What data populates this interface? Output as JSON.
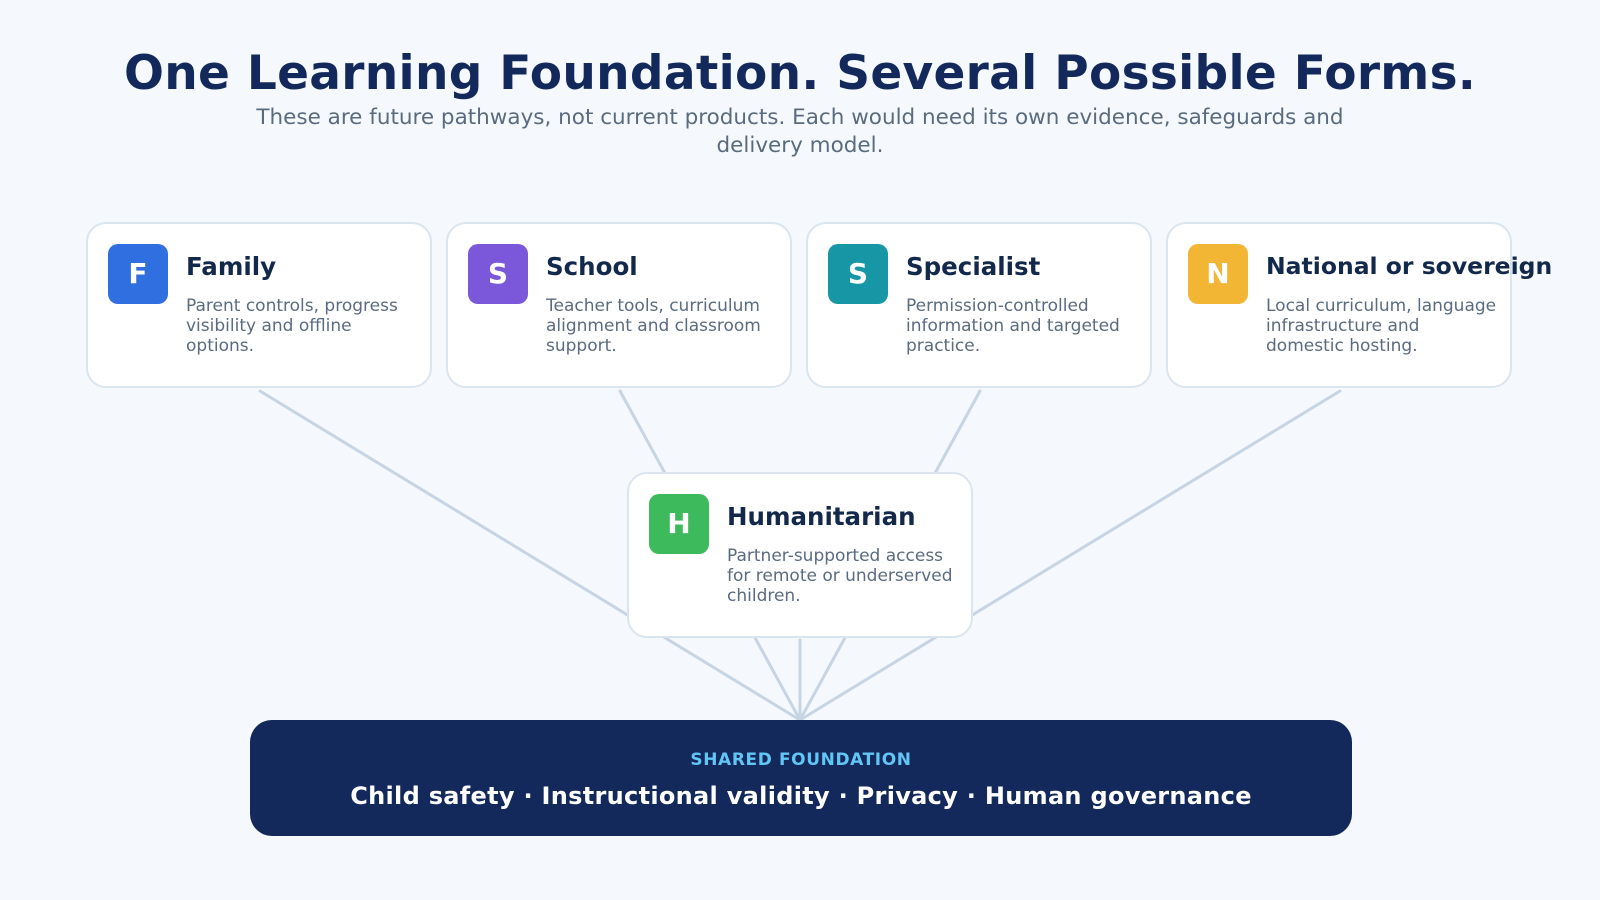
{
  "header": {
    "title": "One Learning Foundation. Several Possible Forms.",
    "subtitle": "These are future pathways, not current products. Each would need its own evidence, safeguards and delivery model."
  },
  "cards": [
    {
      "letter": "F",
      "title": "Family",
      "description": "Parent controls, progress visibility and offline options.",
      "color": "#2f6fe0"
    },
    {
      "letter": "S",
      "title": "School",
      "description": "Teacher tools, curriculum alignment and classroom support.",
      "color": "#7b57d9"
    },
    {
      "letter": "S",
      "title": "Specialist",
      "description": "Permission-controlled information and targeted practice.",
      "color": "#1797a6"
    },
    {
      "letter": "N",
      "title": "National or sovereign",
      "description": "Local curriculum, language infrastructure and domestic hosting.",
      "color": "#f2b534"
    },
    {
      "letter": "H",
      "title": "Humanitarian",
      "description": "Partner-supported access for remote or underserved children.",
      "color": "#3dba5c"
    }
  ],
  "foundation": {
    "label": "SHARED FOUNDATION",
    "pillars": "Child safety · Instructional validity · Privacy · Human governance"
  },
  "colors": {
    "background": "#f5f9fd",
    "navy": "#13295b",
    "connector": "#c6d4e3",
    "accent_label": "#62c6f5"
  }
}
